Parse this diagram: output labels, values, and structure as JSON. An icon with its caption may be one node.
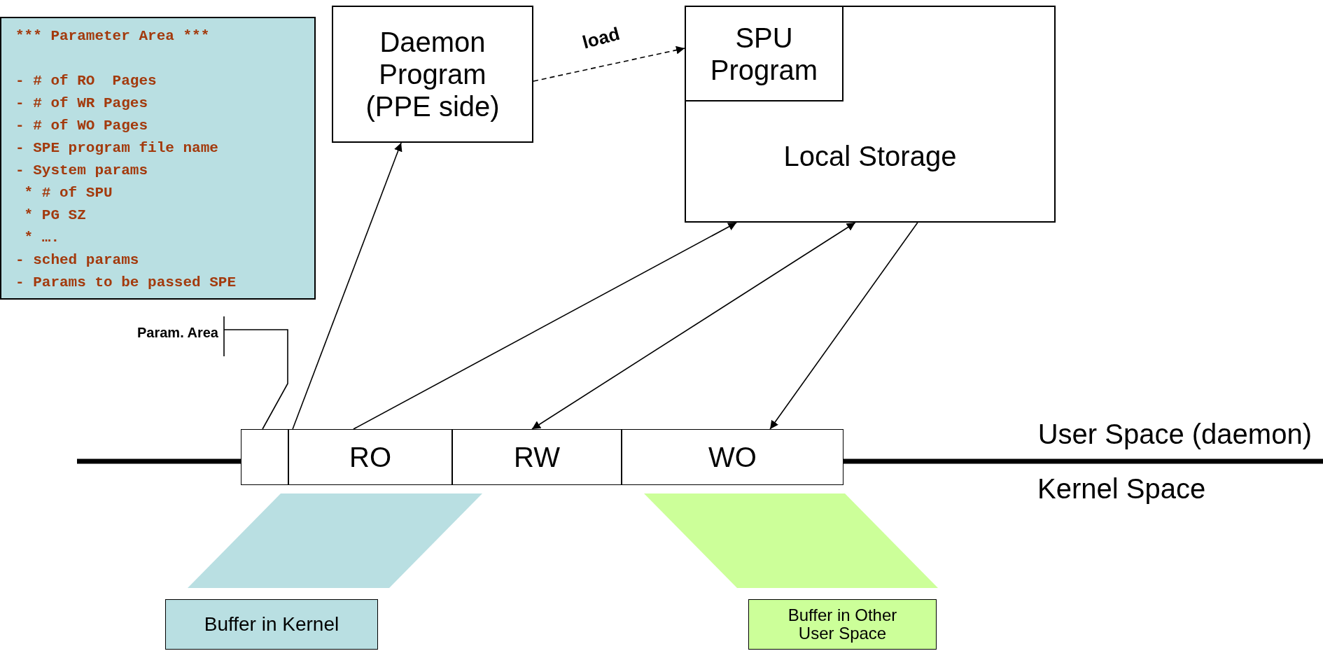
{
  "diagram": {
    "nodes": [
      {
        "text": [
          "*** Parameter Area ***",
          "- # of RO  Pages",
          "- # of WR Pages",
          "- # of WO Pages",
          "- SPE program file name",
          "- System params",
          " * # of SPU",
          " * PG SZ",
          " * ….",
          "- sched params",
          "- Params to be passed SPE"
        ]
      },
      {
        "text": [
          "Daemon Program (PPE side)"
        ]
      },
      {
        "text": [
          "Local Storage"
        ]
      },
      {
        "text": [
          "SPU Program"
        ],
        "in": 2
      },
      {
        "text": [
          "Param. Area"
        ]
      },
      {
        "text": [],
        "shape": "box"
      },
      {
        "text": [
          "RO"
        ]
      },
      {
        "text": [
          "RW"
        ]
      },
      {
        "text": [
          "WO"
        ]
      },
      {
        "text": [
          "Buffer in Kernel"
        ]
      },
      {
        "text": [
          "Buffer in Other User Space"
        ]
      },
      {
        "text": [],
        "shape": "parallelogram"
      },
      {
        "text": [],
        "shape": "parallelogram"
      }
    ],
    "edges": [
      {
        "from": 6,
        "to": 1,
        "arrow": "to"
      },
      {
        "from": 6,
        "to": 2,
        "arrow": "to"
      },
      {
        "from": 7,
        "to": 2,
        "arrow": "both"
      },
      {
        "from": 2,
        "to": 8,
        "arrow": "to"
      },
      {
        "from": 1,
        "to": 3,
        "arrow": "to",
        "label": "load",
        "style": "dashed"
      },
      {
        "from": 4,
        "to": 5,
        "arrow": "none"
      }
    ],
    "labels": [
      "User Space (daemon)",
      "Kernel Space"
    ]
  }
}
